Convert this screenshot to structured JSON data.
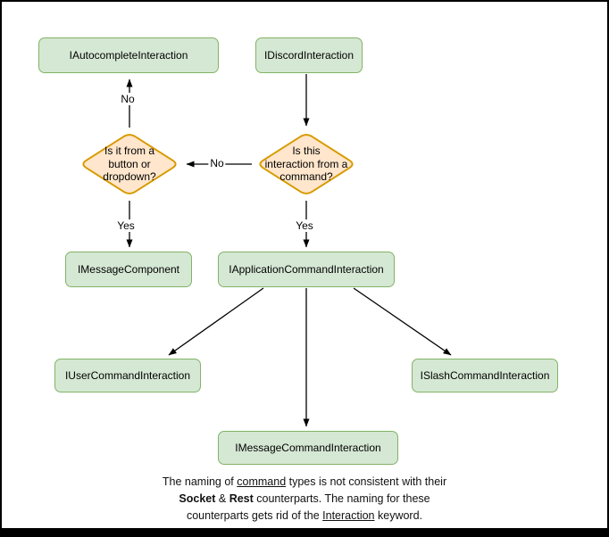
{
  "diagram": {
    "colors": {
      "node_fill": "#d5e8d4",
      "node_border": "#82b366",
      "decision_fill": "#ffe6cc",
      "decision_border": "#d79b00",
      "arrow": "#000000",
      "canvas_border": "#000000"
    },
    "nodes": {
      "autocomplete": {
        "label": "IAutocompleteInteraction"
      },
      "discord": {
        "label": "IDiscordInteraction"
      },
      "decision_button": {
        "lines": [
          "Is it from a",
          "button or",
          "dropdown?"
        ]
      },
      "decision_command": {
        "lines": [
          "Is this",
          "interaction from a",
          "command?"
        ]
      },
      "message_component": {
        "label": "IMessageComponent"
      },
      "application_command": {
        "label": "IApplicationCommandInteraction"
      },
      "user_command": {
        "label": "IUserCommandInteraction"
      },
      "slash_command": {
        "label": "ISlashCommandInteraction"
      },
      "message_command": {
        "label": "IMessageCommandInteraction"
      }
    },
    "edge_labels": {
      "no_to_autocomplete": "No",
      "no_to_button_decision": "No",
      "yes_to_message_component": "Yes",
      "yes_to_application_command": "Yes"
    },
    "note": {
      "line1_pre": "The naming of ",
      "line1_underlined": "command",
      "line1_post": " types is not consistent with their",
      "line2_bold1": "Socket",
      "line2_mid": " & ",
      "line2_bold2": "Rest",
      "line2_post": " counterparts. The naming for these",
      "line3_pre": "counterparts gets rid of the ",
      "line3_underlined": "Interaction",
      "line3_post": " keyword."
    }
  }
}
